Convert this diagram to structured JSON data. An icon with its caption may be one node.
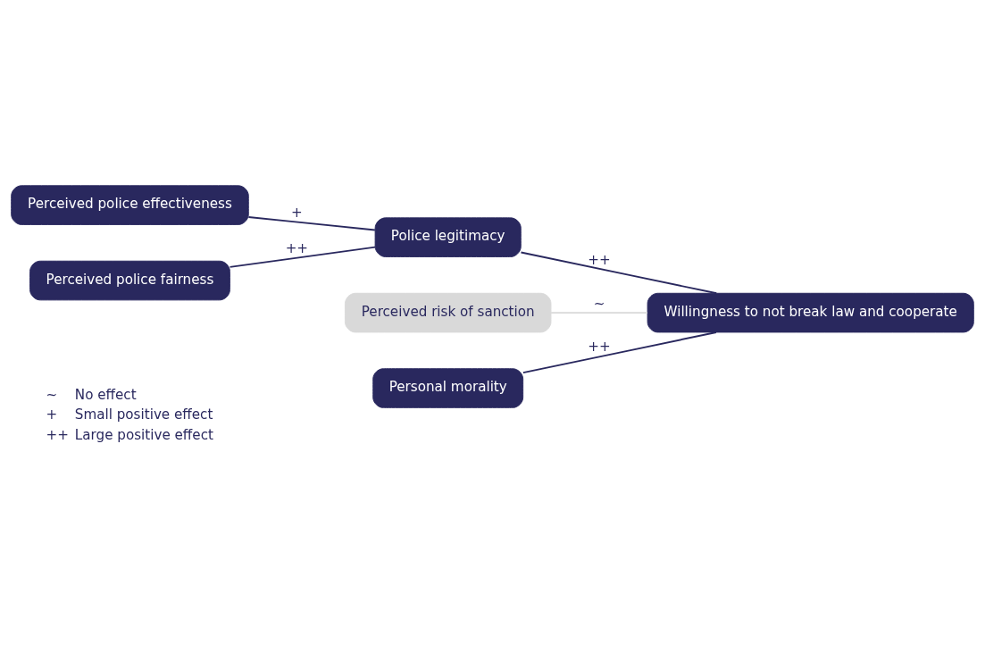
{
  "diagram": {
    "nodes": [
      {
        "text": [
          "Perceived police effectiveness"
        ]
      },
      {
        "text": [
          "Perceived police fairness"
        ]
      },
      {
        "text": [
          "Police legitimacy"
        ]
      },
      {
        "text": [
          "Perceived risk of sanction"
        ]
      },
      {
        "text": [
          "Willingness to not break law and cooperate"
        ]
      },
      {
        "text": [
          "Personal morality"
        ]
      }
    ],
    "edges": [
      {
        "from": 0,
        "to": 2,
        "arrow": "none",
        "label": "+"
      },
      {
        "from": 1,
        "to": 2,
        "arrow": "none",
        "label": "++"
      },
      {
        "from": 2,
        "to": 4,
        "arrow": "none",
        "label": "++"
      },
      {
        "from": 3,
        "to": 4,
        "arrow": "none",
        "label": "~",
        "color": "#d9d9d9"
      },
      {
        "from": 5,
        "to": 4,
        "arrow": "none",
        "label": "++"
      }
    ],
    "labels": [
      "~",
      "No effect",
      "+",
      "Small positive effect",
      "++",
      "Large positive effect"
    ]
  }
}
